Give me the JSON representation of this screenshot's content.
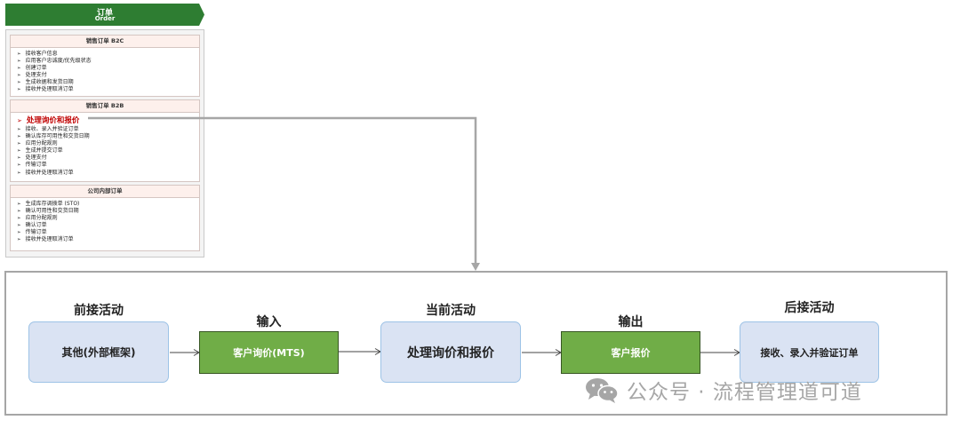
{
  "header": {
    "title_cn": "订单",
    "title_en": "Order",
    "color": "#2e7d32"
  },
  "panel": {
    "sections": [
      {
        "title": "销售订单 B2C",
        "items": [
          "接收客户信息",
          "应用客户忠诚度/优先级状态",
          "创建订单",
          "处理支付",
          "生成收据和发货日期",
          "接收并处理取消订单"
        ]
      },
      {
        "title": "销售订单 B2B",
        "highlight": "处理询价和报价",
        "items": [
          "接收、录入并验证订单",
          "确认库存可用性和交货日期",
          "应用分配规则",
          "生成并提交订单",
          "处理支付",
          "传输订单",
          "接收并处理取消订单"
        ]
      },
      {
        "title": "公司内部订单",
        "items": [
          "生成库存调拨单 (STO)",
          "确认可用性和交货日期",
          "应用分配规则",
          "确认订单",
          "传输订单",
          "接收并处理取消订单"
        ]
      }
    ]
  },
  "flow": {
    "pre_label": "前接活动",
    "pre_box": "其他(外部框架)",
    "input_label": "输入",
    "input_box": "客户询价(MTS)",
    "current_label": "当前活动",
    "current_box": "处理询价和报价",
    "output_label": "输出",
    "output_box": "客户报价",
    "post_label": "后接活动",
    "post_box": "接收、录入并验证订单"
  },
  "watermark": {
    "text": "公众号 · 流程管理道可道",
    "icon": "wechat-icon"
  },
  "colors": {
    "highlight": "#c00000",
    "green_box": "#70ad47",
    "blue_box": "#dae3f3",
    "connector": "#a6a6a6"
  }
}
